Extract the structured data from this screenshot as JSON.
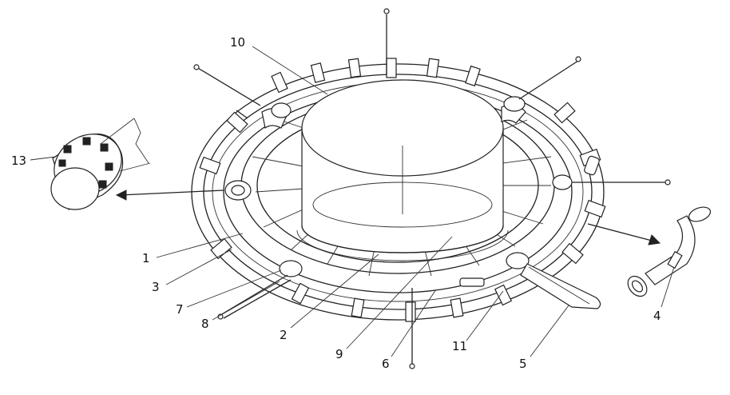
{
  "figure": {
    "labels": [
      {
        "id": "1",
        "text": "1"
      },
      {
        "id": "2",
        "text": "2"
      },
      {
        "id": "3",
        "text": "3"
      },
      {
        "id": "4",
        "text": "4"
      },
      {
        "id": "5",
        "text": "5"
      },
      {
        "id": "6",
        "text": "6"
      },
      {
        "id": "7",
        "text": "7"
      },
      {
        "id": "8",
        "text": "8"
      },
      {
        "id": "9",
        "text": "9"
      },
      {
        "id": "10",
        "text": "10"
      },
      {
        "id": "11",
        "text": "11"
      },
      {
        "id": "13",
        "text": "13"
      }
    ]
  }
}
